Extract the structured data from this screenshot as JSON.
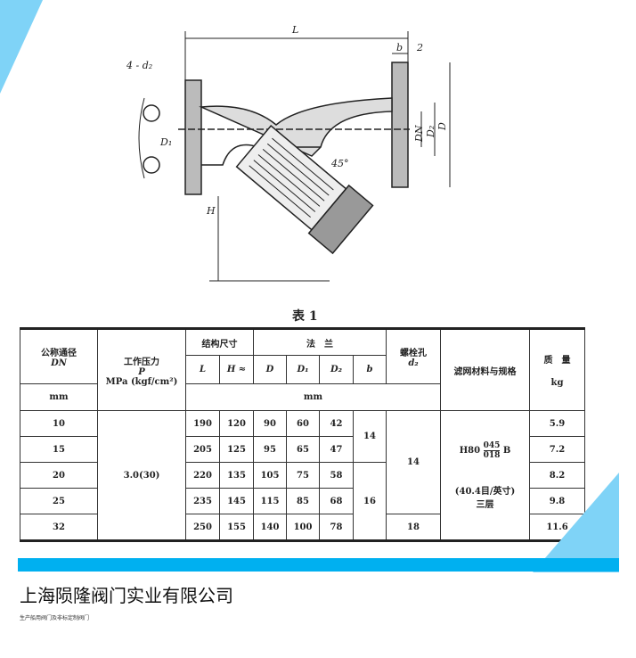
{
  "drawing": {
    "labels": {
      "L": "L",
      "b": "b",
      "two": "2",
      "holes": "4 - d₂",
      "D1": "D₁",
      "DN": "DN",
      "D2": "D₂",
      "D": "D",
      "angle": "45°",
      "H": "H"
    }
  },
  "table": {
    "caption": "表 1",
    "headers": {
      "dn": "公称通径",
      "dn_sym": "DN",
      "dn_unit": "mm",
      "pressure": "工作压力",
      "pressure_sym": "P",
      "pressure_unit": "MPa (kgf/cm²)",
      "structure": "结构尺寸",
      "flange": "法　兰",
      "L": "L",
      "H": "H ≈",
      "D": "D",
      "D1": "D₁",
      "D2": "D₂",
      "b": "b",
      "bolt": "螺栓孔",
      "bolt_sym": "d₂",
      "filter": "滤网材料与规格",
      "mass": "质　量",
      "mass_unit": "kg",
      "mm": "mm"
    },
    "rows": [
      {
        "dn": "10",
        "L": "190",
        "H": "120",
        "D": "90",
        "D1": "60",
        "D2": "42",
        "mass": "5.9"
      },
      {
        "dn": "15",
        "L": "205",
        "H": "125",
        "D": "95",
        "D1": "65",
        "D2": "47",
        "mass": "7.2"
      },
      {
        "dn": "20",
        "L": "220",
        "H": "135",
        "D": "105",
        "D1": "75",
        "D2": "58",
        "mass": "8.2"
      },
      {
        "dn": "25",
        "L": "235",
        "H": "145",
        "D": "115",
        "D1": "85",
        "D2": "68",
        "mass": "9.8"
      },
      {
        "dn": "32",
        "L": "250",
        "H": "155",
        "D": "140",
        "D1": "100",
        "D2": "78",
        "mass": "11.6"
      }
    ],
    "pressure_value": "3.0(30)",
    "b_values": [
      "14",
      "16"
    ],
    "d2_values": [
      "14",
      "18"
    ],
    "filter": {
      "prefix": "H80",
      "num": "045",
      "den": "018",
      "suffix": "B",
      "mesh": "(40.4目/英寸)",
      "layers": "三层"
    }
  },
  "footer": {
    "company": "上海陨隆阀门实业有限公司",
    "tagline": "生产船用阀门及非标定制阀门",
    "accent": "#00b0f0"
  }
}
